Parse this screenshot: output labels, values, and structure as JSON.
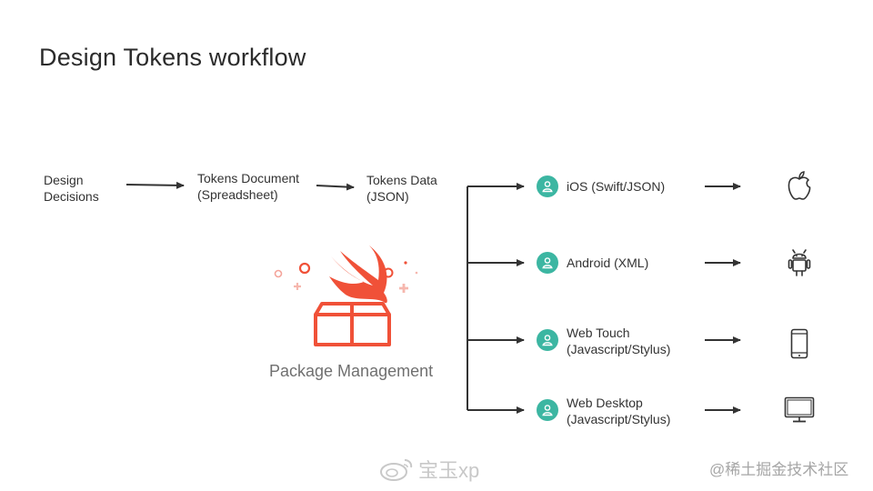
{
  "slide": {
    "title": "Design Tokens workflow"
  },
  "flow": {
    "design_decisions": [
      "Design",
      "Decisions"
    ],
    "tokens_document": [
      "Tokens Document",
      "(Spreadsheet)"
    ],
    "tokens_data": [
      "Tokens Data",
      "(JSON)"
    ]
  },
  "package": {
    "label": "Package Management",
    "icon": "swift-package-icon",
    "accent": "#f05138"
  },
  "platforms": [
    {
      "lines": [
        "iOS (Swift/JSON)"
      ],
      "device_icon": "apple-icon"
    },
    {
      "lines": [
        "Android (XML)"
      ],
      "device_icon": "android-icon"
    },
    {
      "lines": [
        "Web Touch",
        "(Javascript/Stylus)"
      ],
      "device_icon": "mobile-phone-icon"
    },
    {
      "lines": [
        "Web Desktop",
        "(Javascript/Stylus)"
      ],
      "device_icon": "monitor-icon"
    }
  ],
  "platform_badge": {
    "icon": "user-icon",
    "color": "#3cb6a2"
  },
  "watermarks": {
    "weibo": "宝玉xp",
    "juejin": "@稀土掘金技术社区"
  }
}
